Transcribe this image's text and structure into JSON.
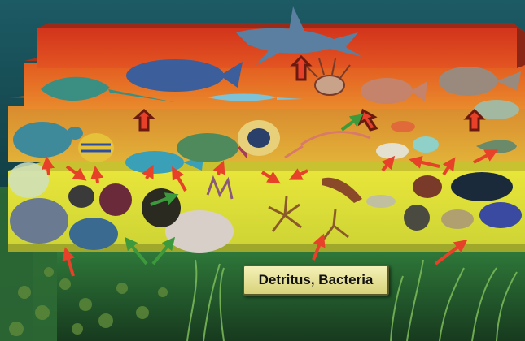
{
  "base_label": "Detritus, Bacteria",
  "tiers": [
    {
      "name": "apex",
      "color": "#d63a1c"
    },
    {
      "name": "upper",
      "color": "#e4661e"
    },
    {
      "name": "middle",
      "color": "#df8b2a"
    },
    {
      "name": "lower",
      "color": "#e5e43a"
    },
    {
      "name": "base",
      "color": "#3fa33a"
    }
  ],
  "arrow_colors": {
    "energy": "#e8412a",
    "outline": "#6b1a10",
    "green": "#3c8f3c"
  },
  "organisms": [
    "shark-icon",
    "grouper-icon",
    "stingray-icon",
    "needlefish-icon",
    "lionfish-icon",
    "wrasse-icon",
    "pufferfish-icon",
    "turtle-icon",
    "angelfish-icon",
    "boxfish-icon",
    "parrotfish-icon",
    "emperor-angelfish-icon",
    "shrimp-icon",
    "coral-icon",
    "sea-urchin-icon",
    "brittle-star-icon",
    "crab-icon",
    "surgeonfish-icon",
    "jellyfish-icon",
    "clam-icon",
    "seagrass-icon"
  ]
}
